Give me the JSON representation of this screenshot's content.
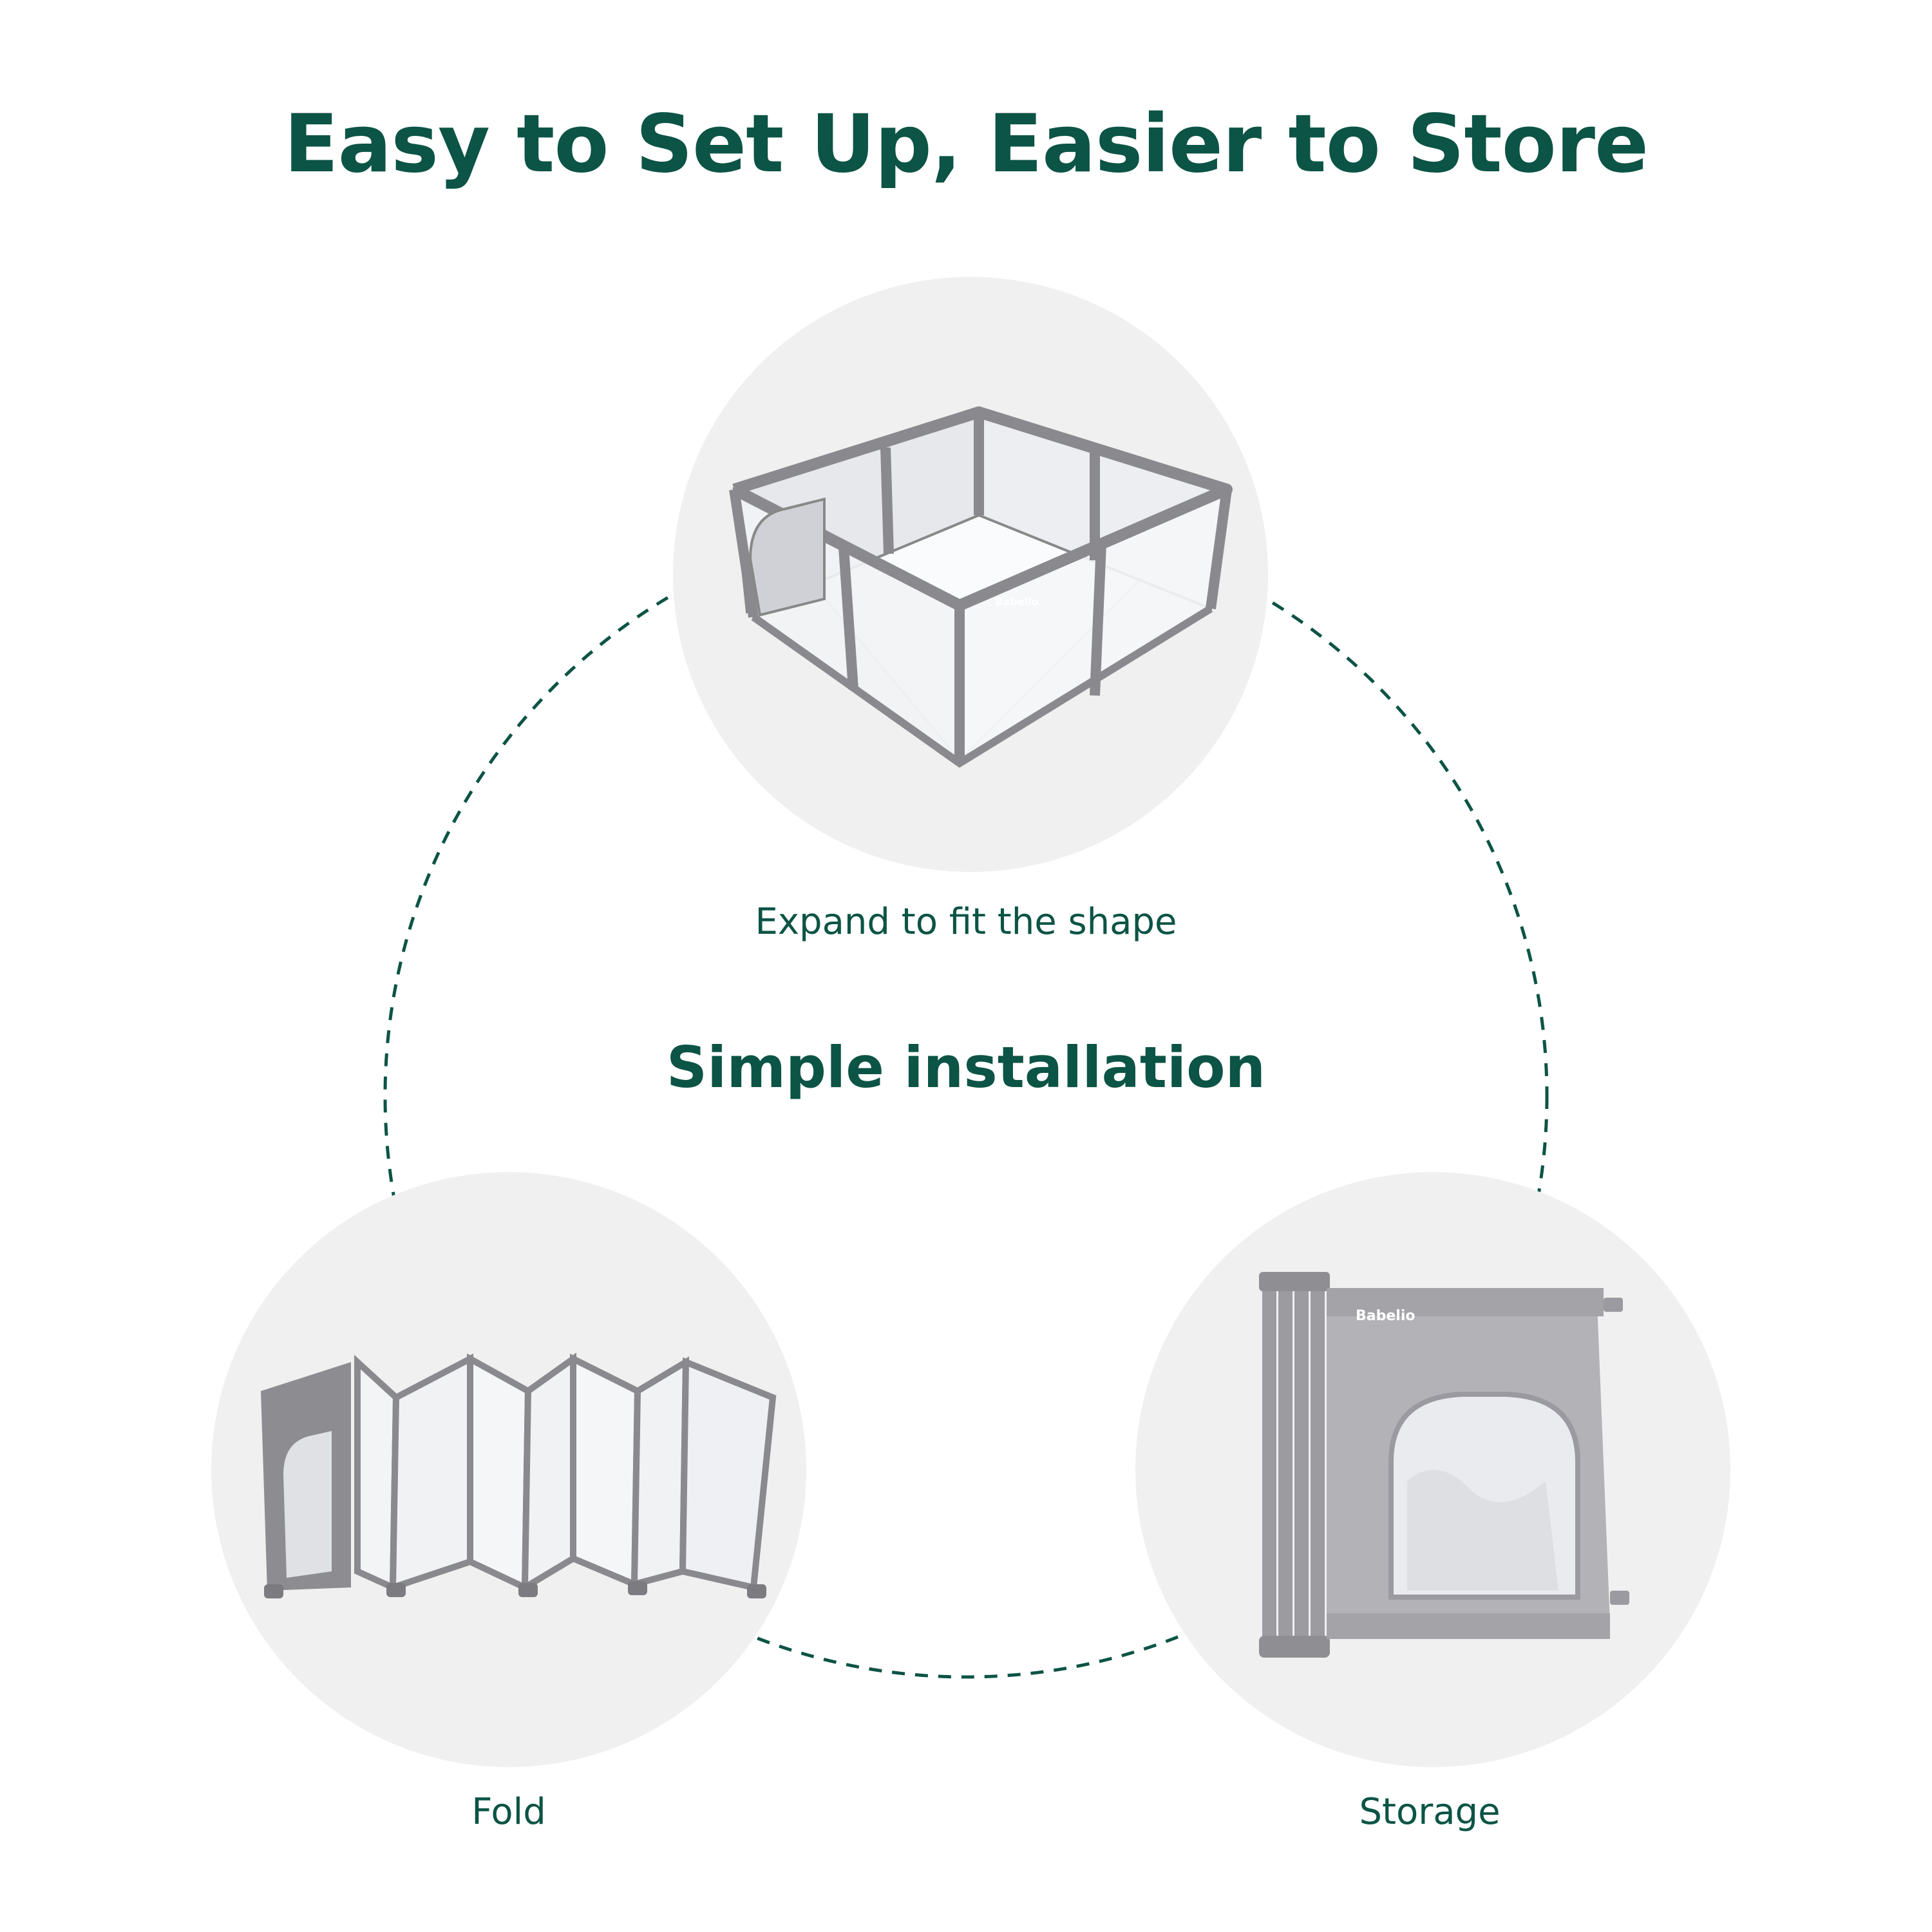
{
  "headline": "Easy to Set Up, Easier to Store",
  "center_label": "Simple installation",
  "steps": {
    "expand": {
      "caption": "Expand to fit the shape"
    },
    "fold": {
      "caption": "Fold"
    },
    "storage": {
      "caption": "Storage"
    }
  },
  "brand": {
    "logo_text": "Babelio"
  },
  "colors": {
    "text_green": "#0c5445",
    "circle_bg": "#f0f0f0",
    "frame_gray": "#8a8a8e",
    "mesh_white": "#f4f5f7"
  }
}
